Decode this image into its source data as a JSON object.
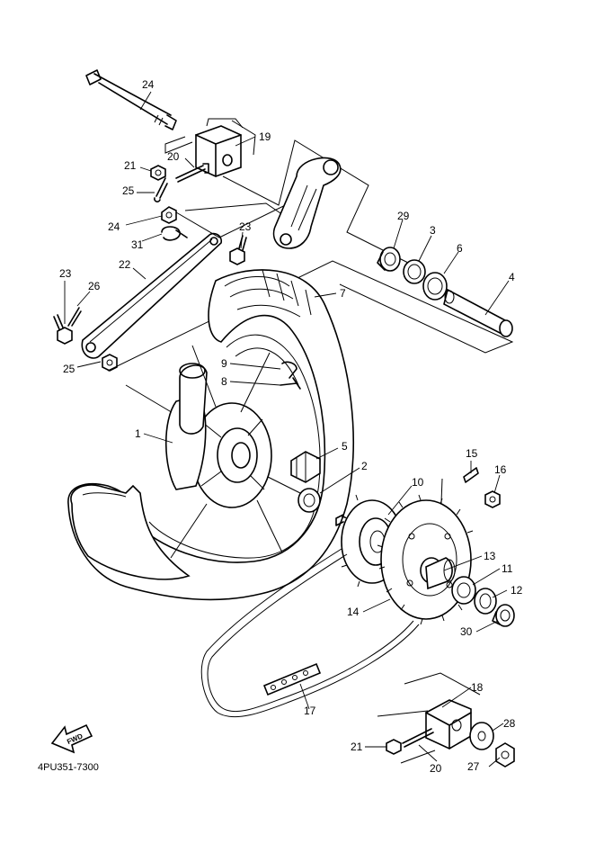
{
  "diagram": {
    "reference_code": "4PU351-7300",
    "fwd_label": "FWD",
    "callouts": [
      {
        "id": "c1",
        "text": "1"
      },
      {
        "id": "c2",
        "text": "2"
      },
      {
        "id": "c3",
        "text": "3"
      },
      {
        "id": "c4",
        "text": "4"
      },
      {
        "id": "c5",
        "text": "5"
      },
      {
        "id": "c6",
        "text": "6"
      },
      {
        "id": "c7",
        "text": "7"
      },
      {
        "id": "c8",
        "text": "8"
      },
      {
        "id": "c9",
        "text": "9"
      },
      {
        "id": "c10",
        "text": "10"
      },
      {
        "id": "c11",
        "text": "11"
      },
      {
        "id": "c12",
        "text": "12"
      },
      {
        "id": "c13",
        "text": "13"
      },
      {
        "id": "c14",
        "text": "14"
      },
      {
        "id": "c15",
        "text": "15"
      },
      {
        "id": "c16",
        "text": "16"
      },
      {
        "id": "c17",
        "text": "17"
      },
      {
        "id": "c18",
        "text": "18"
      },
      {
        "id": "c19",
        "text": "19"
      },
      {
        "id": "c20a",
        "text": "20"
      },
      {
        "id": "c20b",
        "text": "20"
      },
      {
        "id": "c21a",
        "text": "21"
      },
      {
        "id": "c21b",
        "text": "21"
      },
      {
        "id": "c22",
        "text": "22"
      },
      {
        "id": "c23a",
        "text": "23"
      },
      {
        "id": "c23b",
        "text": "23"
      },
      {
        "id": "c24a",
        "text": "24"
      },
      {
        "id": "c24b",
        "text": "24"
      },
      {
        "id": "c25a",
        "text": "25"
      },
      {
        "id": "c25b",
        "text": "25"
      },
      {
        "id": "c26",
        "text": "26"
      },
      {
        "id": "c27",
        "text": "27"
      },
      {
        "id": "c28",
        "text": "28"
      },
      {
        "id": "c29",
        "text": "29"
      },
      {
        "id": "c30",
        "text": "30"
      },
      {
        "id": "c31",
        "text": "31"
      }
    ]
  }
}
